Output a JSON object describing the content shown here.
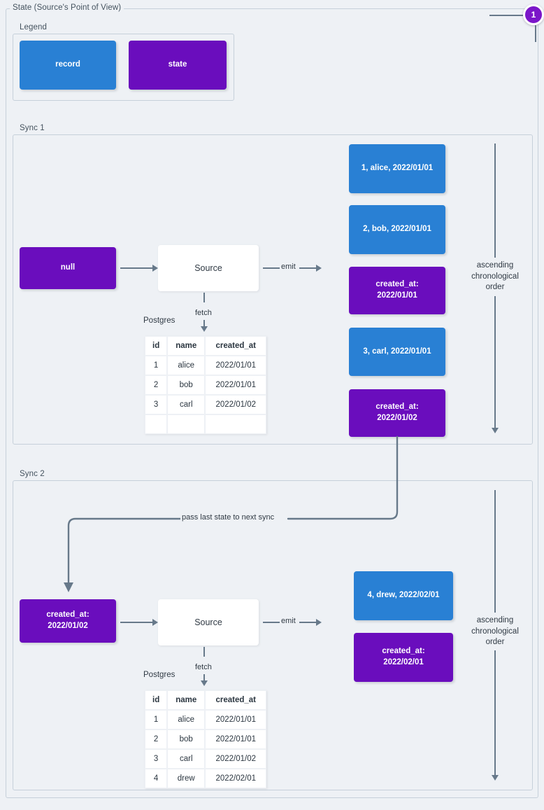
{
  "diagram": {
    "title": "State (Source's Point of View)",
    "badge": "1",
    "colors": {
      "record": "#2980d4",
      "state": "#6a0dbd",
      "edge": "#67798a",
      "background": "#eef1f5"
    }
  },
  "legend": {
    "label": "Legend",
    "items": [
      {
        "label": "record",
        "kind": "record"
      },
      {
        "label": "state",
        "kind": "state"
      }
    ]
  },
  "sync1": {
    "label": "Sync 1",
    "input_state": "null",
    "source": "Source",
    "fetch_label": "fetch",
    "emit_label": "emit",
    "db_label": "Postgres",
    "order_note": "ascending\nchronological\norder",
    "table": {
      "columns": [
        "id",
        "name",
        "created_at"
      ],
      "rows": [
        [
          "1",
          "alice",
          "2022/01/01"
        ],
        [
          "2",
          "bob",
          "2022/01/01"
        ],
        [
          "3",
          "carl",
          "2022/01/02"
        ],
        [
          "",
          "",
          ""
        ]
      ]
    },
    "emitted": [
      {
        "kind": "record",
        "text": "1, alice, 2022/01/01"
      },
      {
        "kind": "record",
        "text": "2, bob, 2022/01/01"
      },
      {
        "kind": "state",
        "line1": "created_at:",
        "line2": "2022/01/01"
      },
      {
        "kind": "record",
        "text": "3, carl, 2022/01/01"
      },
      {
        "kind": "state",
        "line1": "created_at:",
        "line2": "2022/01/02"
      }
    ]
  },
  "connector": {
    "label": "pass last state to next sync"
  },
  "sync2": {
    "label": "Sync 2",
    "input_state_line1": "created_at:",
    "input_state_line2": "2022/01/02",
    "source": "Source",
    "fetch_label": "fetch",
    "emit_label": "emit",
    "db_label": "Postgres",
    "order_note": "ascending\nchronological\norder",
    "table": {
      "columns": [
        "id",
        "name",
        "created_at"
      ],
      "rows": [
        [
          "1",
          "alice",
          "2022/01/01"
        ],
        [
          "2",
          "bob",
          "2022/01/01"
        ],
        [
          "3",
          "carl",
          "2022/01/02"
        ],
        [
          "4",
          "drew",
          "2022/02/01"
        ]
      ]
    },
    "emitted": [
      {
        "kind": "record",
        "text": "4, drew, 2022/02/01"
      },
      {
        "kind": "state",
        "line1": "created_at:",
        "line2": "2022/02/01"
      }
    ]
  }
}
